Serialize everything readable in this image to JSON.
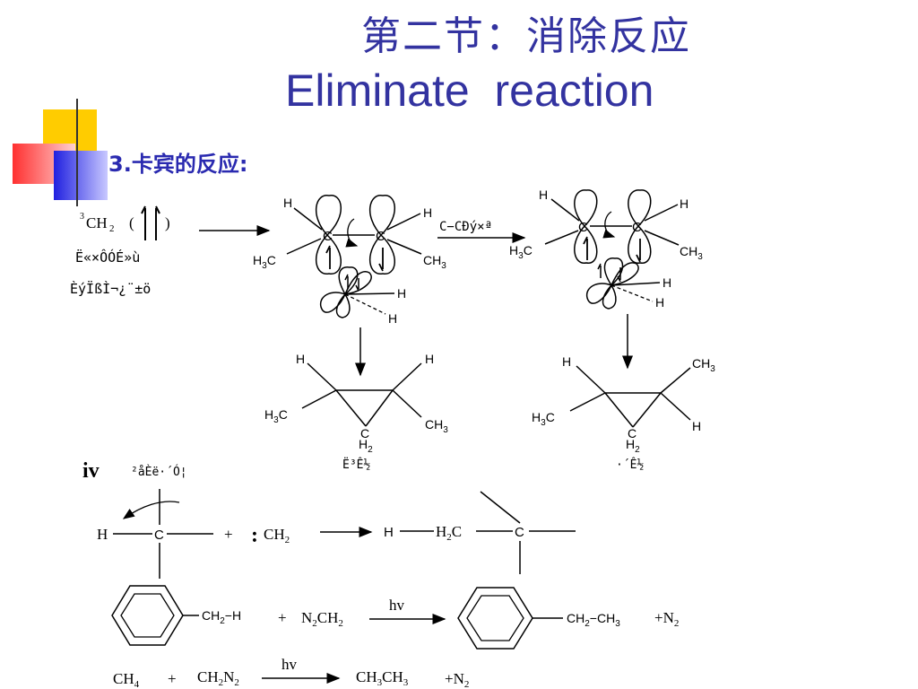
{
  "slide": {
    "title_cn": "第二节：消除反应",
    "title_en": "Eliminate  reaction",
    "subhead": "3.卡宾的反应:",
    "colors": {
      "title": "#3333a0",
      "subhead": "#2a2ab0",
      "deco_yellow": "#ffcc00",
      "deco_red": "#ff3030",
      "deco_blue": "#2020e0"
    }
  },
  "left": {
    "carbene": "3CH2",
    "garbled_1": "Ë«×ÔÓÉ»ù",
    "garbled_2": "ÈýÏßÌ¬¿¨±ö"
  },
  "mech1": {
    "atoms": {
      "H": "H",
      "C": "C",
      "H3C": "H3C",
      "CH3": "CH3"
    },
    "product_label": "Ë³Ê½",
    "ring_CH2": "C H2"
  },
  "arrow_label": "C−CÐý×ª",
  "mech2": {
    "product_label": "·´Ê½"
  },
  "insertion": {
    "tag": "iv",
    "tag_garbled": "²åÈë·´Ó¦",
    "reactant_H": "H",
    "reactant_C": "C",
    "plus": "+",
    "carbene": "CH2",
    "product_H": "H",
    "product_CH2": "H2C",
    "product_C": "C"
  },
  "toluene_rxn": {
    "reactant_group": "CH2−H",
    "plus": "+",
    "reagent": "N2CH2",
    "condition": "hv",
    "product_group": "CH2−CH3",
    "byproduct": "+N2"
  },
  "methane_rxn": {
    "reactant": "CH4",
    "plus": "+",
    "reagent": "CH2N2",
    "condition": "hv",
    "product": "CH3CH3",
    "byproduct": "+N2"
  }
}
